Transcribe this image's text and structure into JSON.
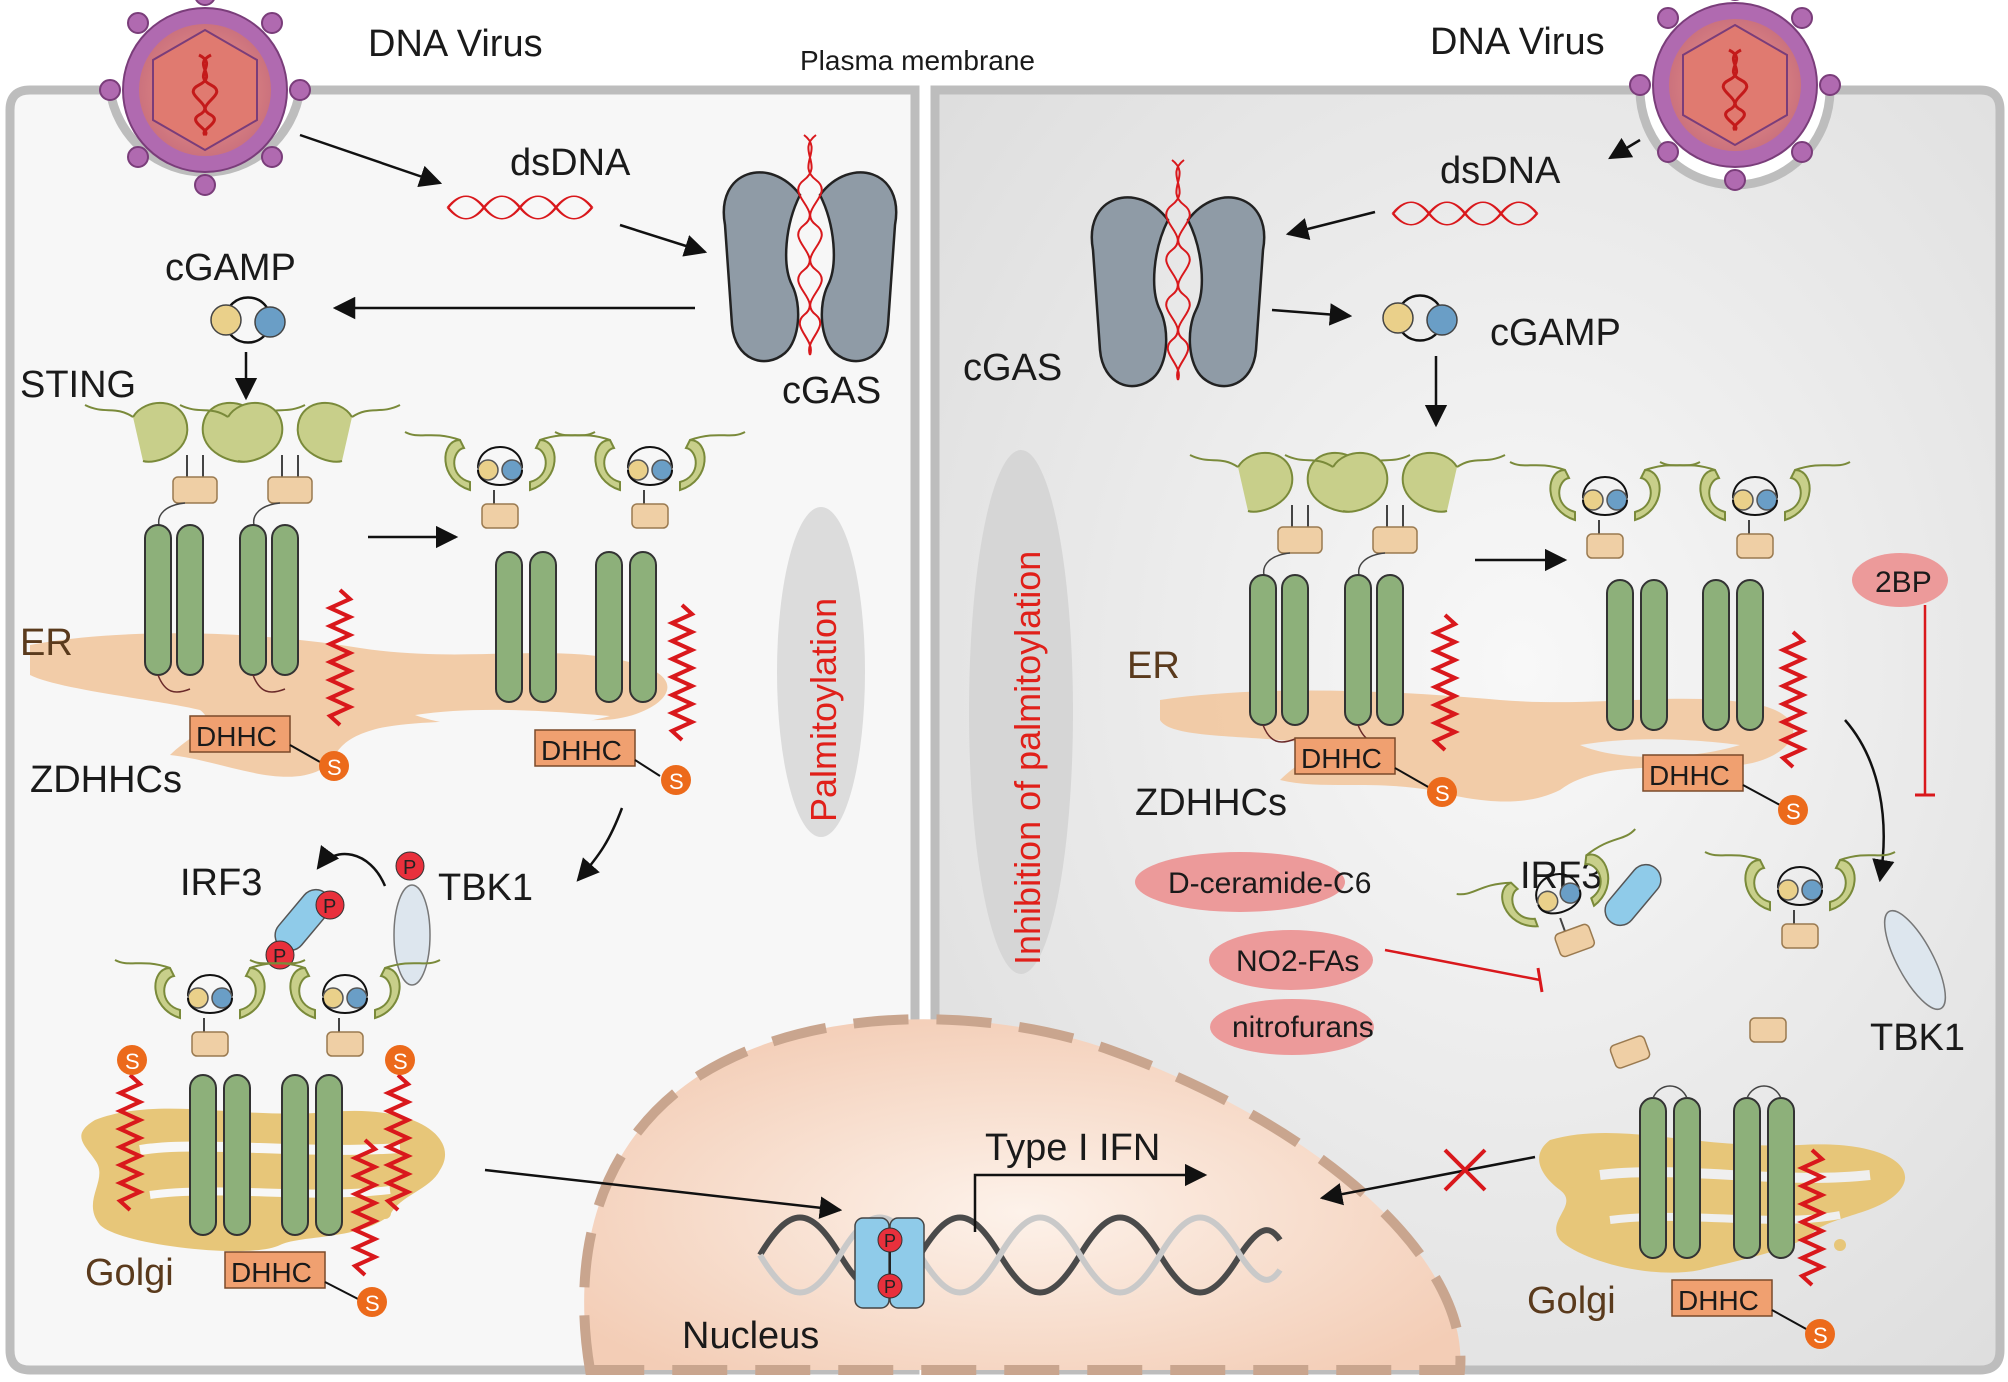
{
  "labels": {
    "dna_virus_left": "DNA Virus",
    "dna_virus_right": "DNA Virus",
    "plasma_membrane": "Plasma membrane",
    "dsdna_left": "dsDNA",
    "dsdna_right": "dsDNA",
    "cgamp_left": "cGAMP",
    "cgamp_right": "cGAMP",
    "cgas_left": "cGAS",
    "cgas_right": "cGAS",
    "sting": "STING",
    "er_left": "ER",
    "er_right": "ER",
    "zdhhcs_left": "ZDHHCs",
    "zdhhcs_right": "ZDHHCs",
    "dhhc": "DHHC",
    "s": "S",
    "p": "P",
    "irf3_left": "IRF3",
    "irf3_right": "IRF3",
    "tbk1_left": "TBK1",
    "tbk1_right": "TBK1",
    "golgi_left": "Golgi",
    "golgi_right": "Golgi",
    "palmitoylation": "Palmitoylation",
    "inhibition": "Inhibition of palmitoylation",
    "type_i_ifn": "Type I IFN",
    "nucleus": "Nucleus",
    "inhibitor_2bp": "2BP",
    "inhibitor_ceramide": "D-ceramide-C6",
    "inhibitor_no2": "NO2-FAs",
    "inhibitor_nitrofurans": "nitrofurans"
  },
  "colors": {
    "membrane": "#bdbdbd",
    "virus_capsule": "#b06ab0",
    "virus_core": "#e07a70",
    "cgas": "#8f9ba6",
    "sting_tm": "#8db07a",
    "sting_arm": "#c8cf8a",
    "sting_box": "#efcfa5",
    "er": "#f1c9a3",
    "golgi": "#e7c679",
    "dhhc": "#f0a070",
    "s_badge": "#ec6a1b",
    "p_badge": "#e8303c",
    "irf3": "#8fcbe9",
    "nucleus": "#f8dccb",
    "nucleus_border": "#c9a58e",
    "inhibitor": "#ec9a9a",
    "text_red": "#e0201a",
    "text_brown": "#5a3a1c"
  }
}
